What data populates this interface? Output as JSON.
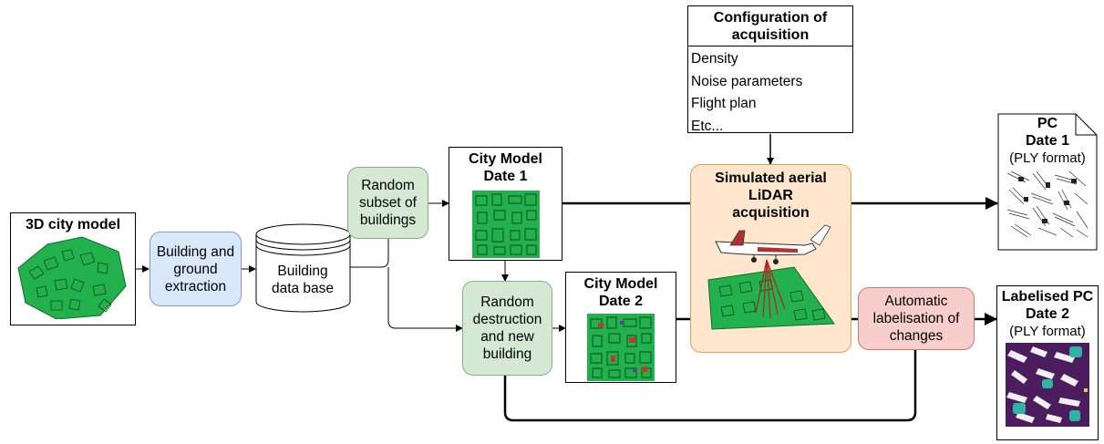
{
  "nodes": {
    "city_model_3d": {
      "title": "3D city model"
    },
    "extraction": {
      "label_lines": [
        "Building and",
        "ground",
        "extraction"
      ]
    },
    "database": {
      "label_lines": [
        "Building",
        "data base"
      ]
    },
    "random_subset": {
      "label_lines": [
        "Random",
        "subset of",
        "buildings"
      ]
    },
    "city_model_date1": {
      "title_lines": [
        "City Model",
        "Date 1"
      ]
    },
    "random_destruction": {
      "label_lines": [
        "Random",
        "destruction",
        "and new",
        "building"
      ]
    },
    "city_model_date2": {
      "title_lines": [
        "City Model",
        "Date 2"
      ]
    },
    "config": {
      "title_lines": [
        "Configuration of",
        "acquisition"
      ],
      "items": [
        "Density",
        "Noise parameters",
        "Flight plan",
        "Etc..."
      ]
    },
    "lidar": {
      "title_lines": [
        "Simulated aerial",
        "LiDAR",
        "acquisition"
      ]
    },
    "auto_label": {
      "label_lines": [
        "Automatic",
        "labelisation of",
        "changes"
      ]
    },
    "pc_date1": {
      "title_lines": [
        "PC",
        "Date 1"
      ],
      "format": "(PLY format)"
    },
    "pc_date2": {
      "title_lines": [
        "Labelised PC",
        "Date 2"
      ],
      "format": "(PLY format)"
    }
  },
  "colors": {
    "blue_fill": "#dae8fc",
    "green_fill": "#d5e8d4",
    "orange_fill": "#ffe6cc",
    "red_fill": "#f8cecc",
    "model_green": "#22b14c",
    "pc_purple": "#4b1d5e",
    "pc_teal": "#2fb3a3"
  }
}
